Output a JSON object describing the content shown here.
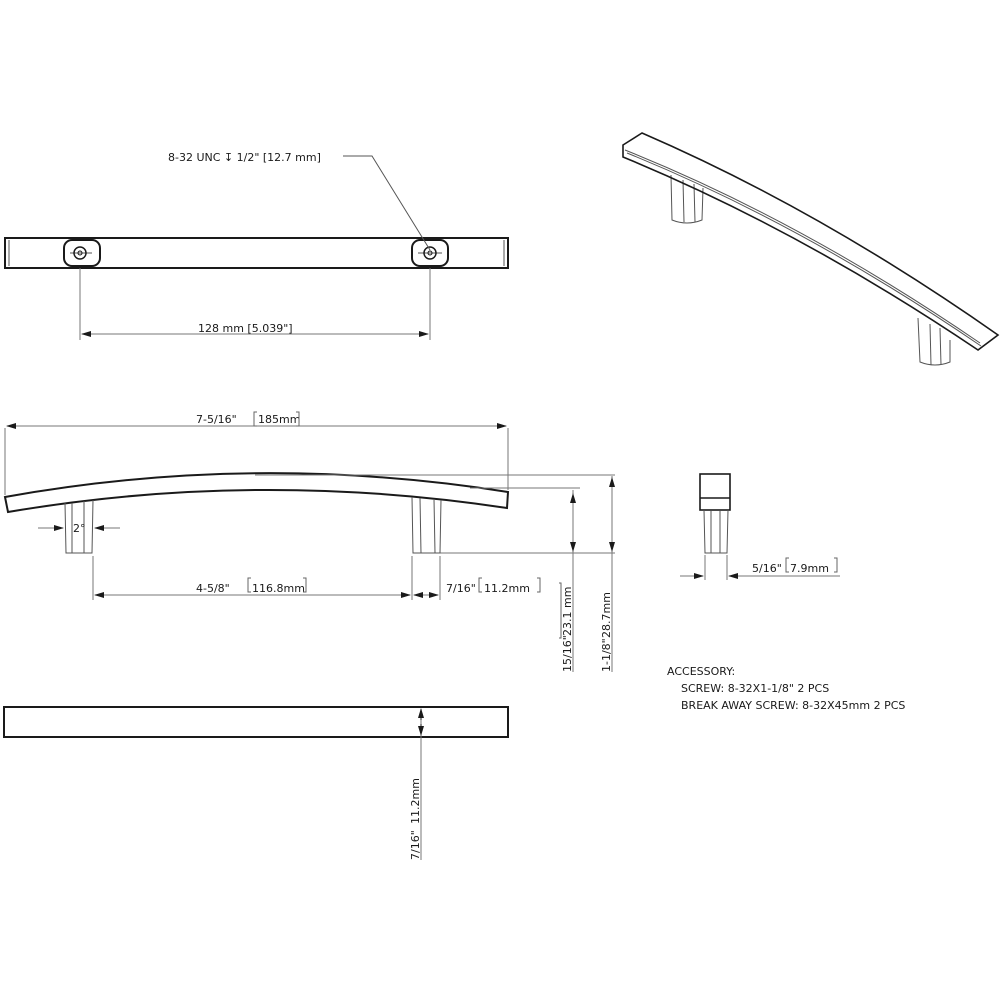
{
  "drawing": {
    "title": "Cabinet pull handle technical drawing",
    "line_color": "#1a1a1a",
    "dim_color": "#777777"
  },
  "top_view": {
    "callout": "8-32 UNC ↧ 1/2\" [12.7 mm]",
    "callout_thread": "8-32 UNC",
    "callout_depth_symbol": "↧",
    "callout_depth": "1/2\" [12.7 mm]",
    "hole_spacing": "128 mm [5.039\"]"
  },
  "front_view": {
    "overall_length_in": "7-5/16\"",
    "overall_length_mm": "185mm",
    "post_taper": "2°",
    "inner_span_in": "4-5/8\"",
    "inner_span_mm": "116.8mm",
    "post_width_in": "7/16\"",
    "post_width_mm": "11.2mm",
    "projection_in": "15/16\"",
    "projection_mm": "23.1 mm",
    "overall_height_in": "1-1/8\"",
    "overall_height_mm": "28.7mm"
  },
  "side_view": {
    "post_base_in": "5/16\"",
    "post_base_mm": "7.9mm"
  },
  "bottom_view": {
    "bar_width_in": "7/16\"",
    "bar_width_mm": "11.2mm"
  },
  "accessory": {
    "heading": "ACCESSORY:",
    "items": [
      "SCREW: 8-32X1-1/8\"  2 PCS",
      "BREAK AWAY SCREW: 8-32X45mm  2 PCS"
    ]
  }
}
